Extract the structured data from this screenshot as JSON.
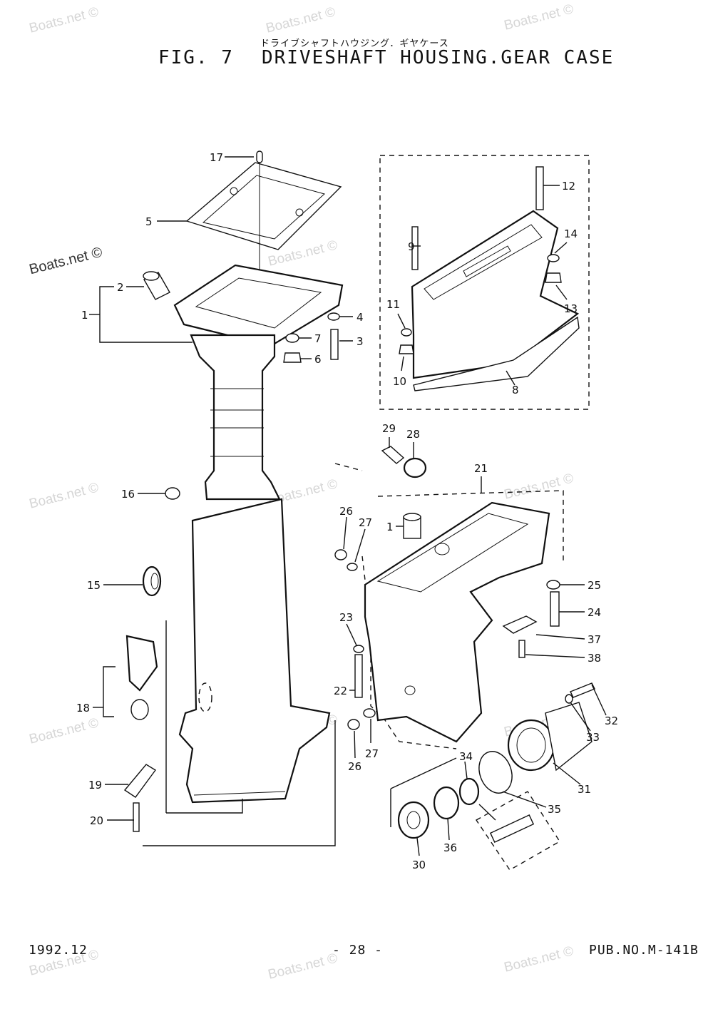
{
  "header": {
    "subtitle": "ドライブシャフトハウジング．ギヤケース",
    "figure_number": "FIG.  7",
    "title": "DRIVESHAFT HOUSING.GEAR CASE"
  },
  "footer": {
    "date": "1992.12",
    "page": "- 28 -",
    "publication": "PUB.NO.M-141B"
  },
  "watermark": {
    "text": "Boats.net ©"
  },
  "callouts": [
    "1",
    "2",
    "3",
    "4",
    "5",
    "6",
    "7",
    "8",
    "9",
    "10",
    "11",
    "12",
    "13",
    "14",
    "15",
    "16",
    "17",
    "18",
    "19",
    "20",
    "21",
    "22",
    "23",
    "24",
    "25",
    "26",
    "27",
    "28",
    "29",
    "30",
    "31",
    "32",
    "33",
    "34",
    "35",
    "36",
    "37",
    "38"
  ],
  "gear_case_callouts": {
    "pinion_bearing": "1",
    "plug_upper": "26",
    "washer_upper": "27",
    "plug_lower": "26",
    "washer_lower": "27"
  }
}
